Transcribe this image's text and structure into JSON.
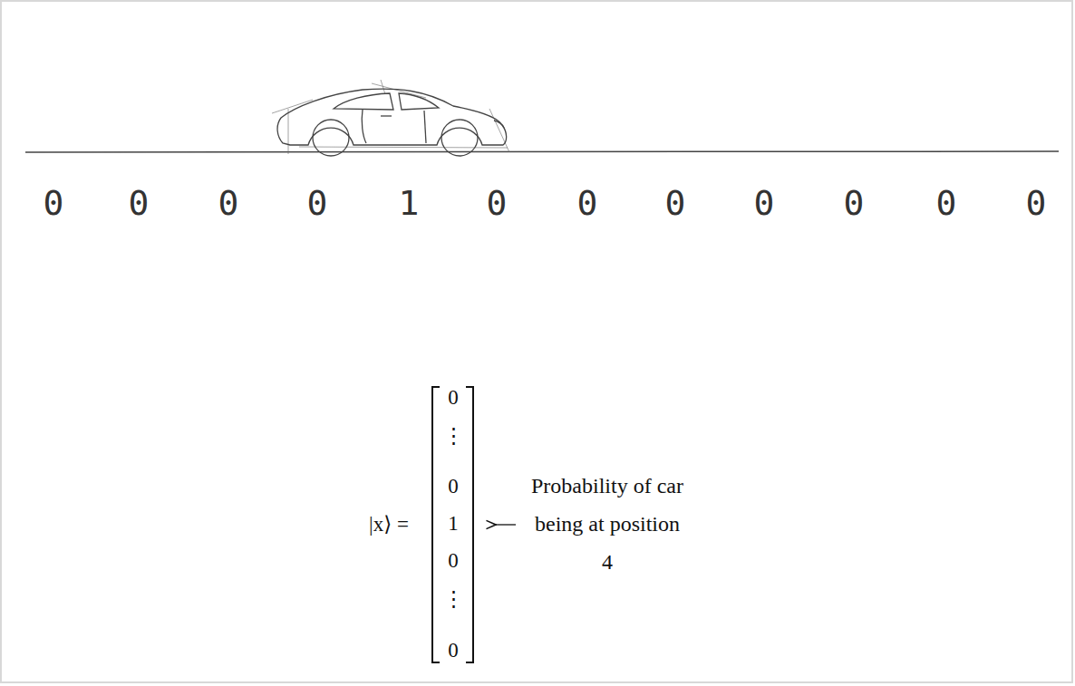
{
  "diagram": {
    "labels": [
      "0",
      "0",
      "0",
      "0",
      "1",
      "0",
      "0",
      "0",
      "0",
      "0",
      "0",
      "0",
      "|x⟩ =",
      "0",
      "⋮",
      "0",
      "1",
      "0",
      "⋮",
      "0",
      "Probability of car being at position 4"
    ]
  }
}
